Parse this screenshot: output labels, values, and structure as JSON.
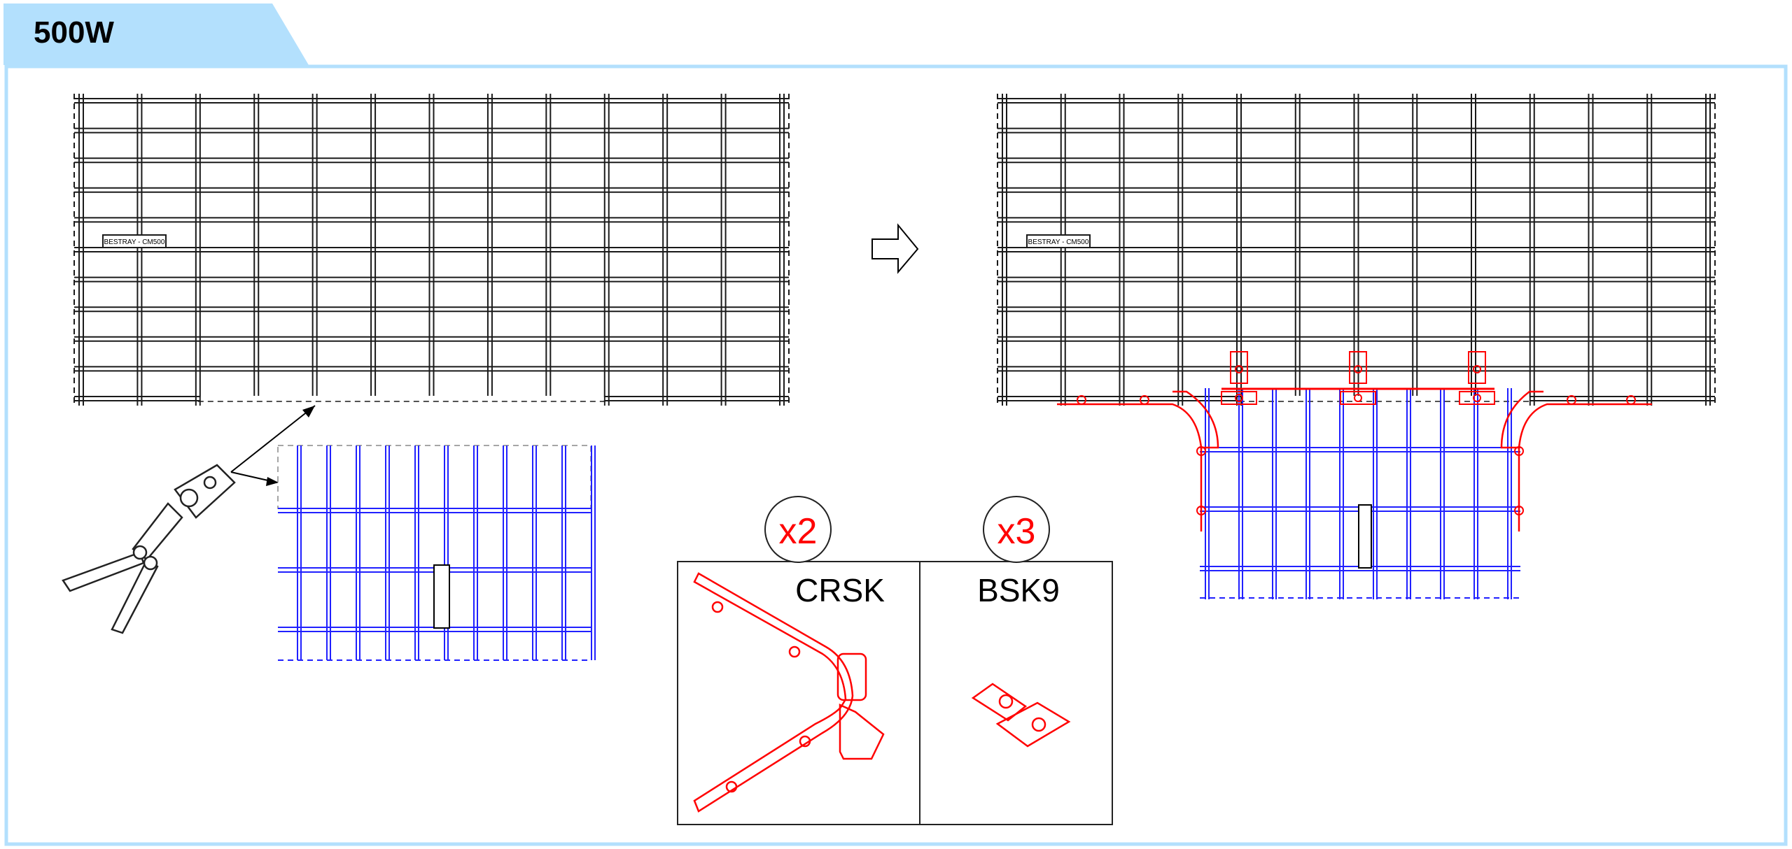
{
  "header": {
    "title": "500W"
  },
  "colors": {
    "tab": "#b3e0fd",
    "frame": "#b3e0fd",
    "tray": "#1a1a1a",
    "cut_piece": "#2020ff",
    "fittings": "#ff0000"
  },
  "tray_label": "BESTRAY - CM500",
  "kit": {
    "items": [
      {
        "qty": "x2",
        "name": "CRSK"
      },
      {
        "qty": "x3",
        "name": "BSK9"
      }
    ]
  }
}
